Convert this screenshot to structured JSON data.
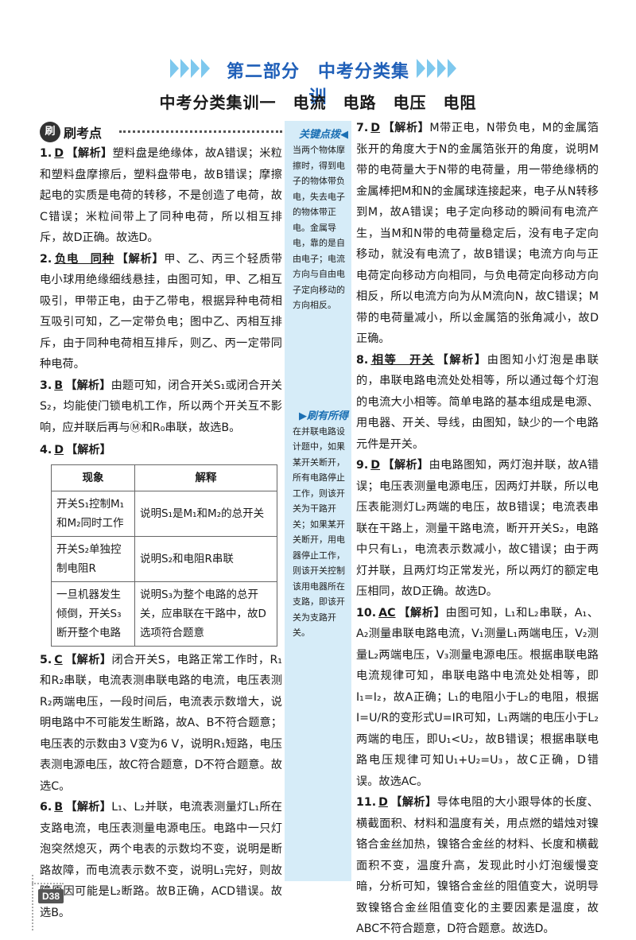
{
  "header": {
    "part_title": "第二部分　中考分类集训",
    "section_title": "中考分类集训一　电流　电路　电压　电阻",
    "brush_label": "刷考点",
    "brush_icon": "刷"
  },
  "sidebar": {
    "heading1": "关键点拨◀",
    "note1": "当两个物体摩擦时，得到电子的物体带负电，失去电子的物体带正电。金属导电，靠的是自由电子；电流方向与自由电子定向移动的方向相反。",
    "heading2": "▶刷有所得",
    "note2": "在并联电路设计题中，如果某开关断开，所有电路停止工作，则该开关为干路开关；如果某开关断开，用电器停止工作，则该开关控制该用电器所在支路，即该开关为支路开关。"
  },
  "items": [
    {
      "num": "1.",
      "answer": "D",
      "tag": "【解析】",
      "text": "塑料盘是绝缘体，故A错误；米粒和塑料盘摩擦后，塑料盘带电，故B错误；摩擦起电的实质是电荷的转移，不是创造了电荷，故C错误；米粒间带上了同种电荷，所以相互排斥，故D正确。故选D。"
    },
    {
      "num": "2.",
      "answer": "负电　同种",
      "tag": "【解析】",
      "text": "甲、乙、丙三个轻质带电小球用绝缘细线悬挂，由图可知，甲、乙相互吸引，甲带正电，由于乙带电，根据异种电荷相互吸引可知，乙一定带负电；图中乙、丙相互排斥，由于同种电荷相互排斥，则乙、丙一定带同种电荷。"
    },
    {
      "num": "3.",
      "answer": "B",
      "tag": "【解析】",
      "text": "由题可知，闭合开关S₁或闭合开关S₂，均能使门锁电机工作，所以两个开关互不影响，应并联后再与Ⓜ和R₀串联，故选B。"
    },
    {
      "num": "4.",
      "answer": "D",
      "tag": "【解析】",
      "text": ""
    },
    {
      "num": "5.",
      "answer": "C",
      "tag": "【解析】",
      "text": "闭合开关S，电路正常工作时，R₁和R₂串联，电流表测串联电路的电流，电压表测R₂两端电压，一段时间后，电流表示数增大，说明电路中不可能发生断路，故A、B不符合题意；电压表的示数由3 V变为6 V，说明R₁短路，电压表测电源电压，故C符合题意，D不符合题意。故选C。"
    },
    {
      "num": "6.",
      "answer": "B",
      "tag": "【解析】",
      "text": "L₁、L₂并联，电流表测量灯L₁所在支路电流，电压表测量电源电压。电路中一只灯泡突然熄灭，两个电表的示数均不变，说明是断路故障，而电流表示数不变，说明L₁完好，则故障原因可能是L₂断路。故B正确，ACD错误。故选B。"
    },
    {
      "num": "7.",
      "answer": "D",
      "tag": "【解析】",
      "text": "M带正电，N带负电，M的金属箔张开的角度大于N的金属箔张开的角度，说明M带的电荷量大于N带的电荷量，用一带绝缘柄的金属棒把M和N的金属球连接起来，电子从N转移到M，故A错误；电子定向移动的瞬间有电流产生，当M和N带的电荷量稳定后，没有电子定向移动，就没有电流了，故B错误；电流方向与正电荷定向移动方向相同，与负电荷定向移动方向相反，所以电流方向为从M流向N，故C错误；M带的电荷量减小，所以金属箔的张角减小，故D正确。"
    },
    {
      "num": "8.",
      "answer": "相等　开关",
      "tag": "【解析】",
      "text": "由图知小灯泡是串联的，串联电路电流处处相等，所以通过每个灯泡的电流大小相等。简单电路的基本组成是电源、用电器、开关、导线，由图知，缺少的一个电路元件是开关。"
    },
    {
      "num": "9.",
      "answer": "D",
      "tag": "【解析】",
      "text": "由电路图知，两灯泡并联，故A错误；电压表测量电源电压，因两灯并联，所以电压表能测灯L₂两端的电压，故B错误；电流表串联在干路上，测量干路电流，断开开关S₂，电路中只有L₁，电流表示数减小，故C错误；由于两灯并联，且两灯均正常发光，所以两灯的额定电压相同，故D正确。故选D。"
    },
    {
      "num": "10.",
      "answer": "AC",
      "tag": "【解析】",
      "text": "由图可知，L₁和L₂串联，A₁、A₂测量串联电路电流，V₁测量L₁两端电压，V₂测量L₂两端电压，V₃测量电源电压。根据串联电路电流规律可知，串联电路中电流处处相等，即I₁=I₂，故A正确；L₁的电阻小于L₂的电阻，根据I=U/R的变形式U=IR可知，L₁两端的电压小于L₂两端的电压，即U₁<U₂，故B错误；根据串联电路电压规律可知U₁+U₂=U₃，故C正确，D错误。故选AC。"
    },
    {
      "num": "11.",
      "answer": "D",
      "tag": "【解析】",
      "text": "导体电阻的大小跟导体的长度、横截面积、材料和温度有关，用点燃的蜡烛对镍铬合金丝加热，镍铬合金丝的材料、长度和横截面积不变，温度升高，发现此时小灯泡缓慢变暗，分析可知，镍铬合金丝的阻值变大，说明导致镍铬合金丝阻值变化的主要因素是温度，故ABC不符合题意，D符合题意。故选D。"
    }
  ],
  "table": {
    "headers": [
      "现象",
      "解释"
    ],
    "rows": [
      [
        "开关S₁控制M₁和M₂同时工作",
        "说明S₁是M₁和M₂的总开关"
      ],
      [
        "开关S₂单独控制电阻R",
        "说明S₂和电阻R串联"
      ],
      [
        "一旦机器发生倾倒，开关S₃断开整个电路",
        "说明S₃为整个电路的总开关，应串联在干路中，故D选项符合题意"
      ]
    ]
  },
  "footer": {
    "page_number": "D38"
  }
}
